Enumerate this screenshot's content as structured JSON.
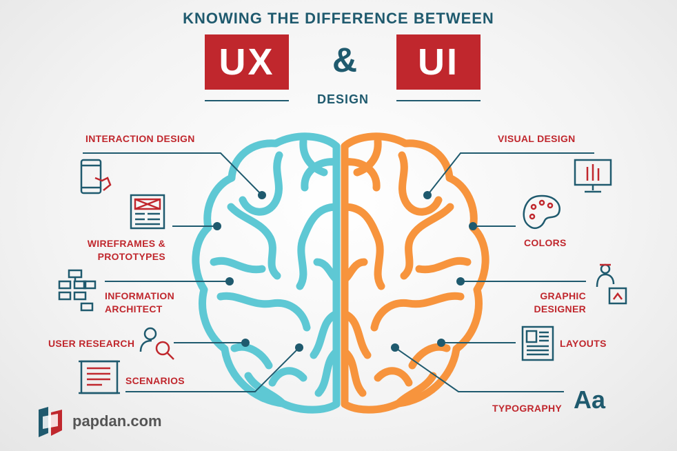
{
  "header": {
    "title": "KNOWING THE DIFFERENCE BETWEEN",
    "ux": "UX",
    "ampersand": "&",
    "ui": "UI",
    "design": "DESIGN"
  },
  "colors": {
    "ux_brain": "#5ec8d4",
    "ui_brain": "#f7943d",
    "accent_red": "#c0272d",
    "dark_teal": "#1f5a6e"
  },
  "ux_items": [
    {
      "label": "INTERACTION DESIGN",
      "icon": "tablet-touch-icon"
    },
    {
      "label": "WIREFRAMES & PROTOTYPES",
      "line1": "WIREFRAMES &",
      "line2": "PROTOTYPES",
      "icon": "wireframe-icon"
    },
    {
      "label": "INFORMATION ARCHITECT",
      "line1": "INFORMATION",
      "line2": "ARCHITECT",
      "icon": "sitemap-icon"
    },
    {
      "label": "USER RESEARCH",
      "icon": "user-search-icon"
    },
    {
      "label": "SCENARIOS",
      "icon": "scenario-document-icon"
    }
  ],
  "ui_items": [
    {
      "label": "VISUAL DESIGN",
      "icon": "monitor-pencils-icon"
    },
    {
      "label": "COLORS",
      "icon": "palette-icon"
    },
    {
      "label": "GRAPHIC DESIGNER",
      "line1": "GRAPHIC",
      "line2": "DESIGNER",
      "icon": "designer-icon"
    },
    {
      "label": "LAYOUTS",
      "icon": "layout-icon"
    },
    {
      "label": "TYPOGRAPHY",
      "icon": "typography-icon",
      "glyph": "Aa"
    }
  ],
  "logo": {
    "text": "papdan.com",
    "icon": "papdan-logo-icon"
  }
}
